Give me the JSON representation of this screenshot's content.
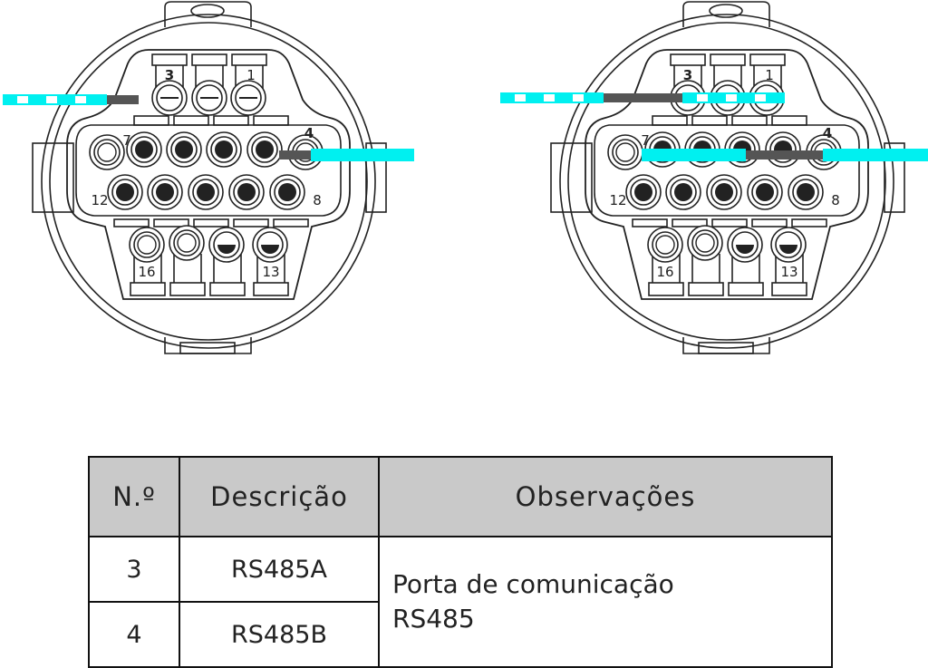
{
  "connectors": [
    {
      "name": "connector-left",
      "labels": {
        "p3": "3",
        "p1": "1",
        "p7": "7",
        "p4": "4",
        "p12": "12",
        "p8": "8",
        "p16": "16",
        "p13": "13"
      }
    },
    {
      "name": "connector-right",
      "labels": {
        "p3": "3",
        "p1": "1",
        "p7": "7",
        "p4": "4",
        "p12": "12",
        "p8": "8",
        "p16": "16",
        "p13": "13"
      }
    }
  ],
  "colors": {
    "wire": "#00f0f0",
    "wire_core": "#555555",
    "header_bg": "#c9c9c9"
  },
  "table": {
    "headers": [
      "N.º",
      "Descrição",
      "Observações"
    ],
    "rows": [
      {
        "no": "3",
        "desc": "RS485A"
      },
      {
        "no": "4",
        "desc": "RS485B"
      }
    ],
    "observations_line1": "Porta de comunicação",
    "observations_line2": "RS485"
  }
}
